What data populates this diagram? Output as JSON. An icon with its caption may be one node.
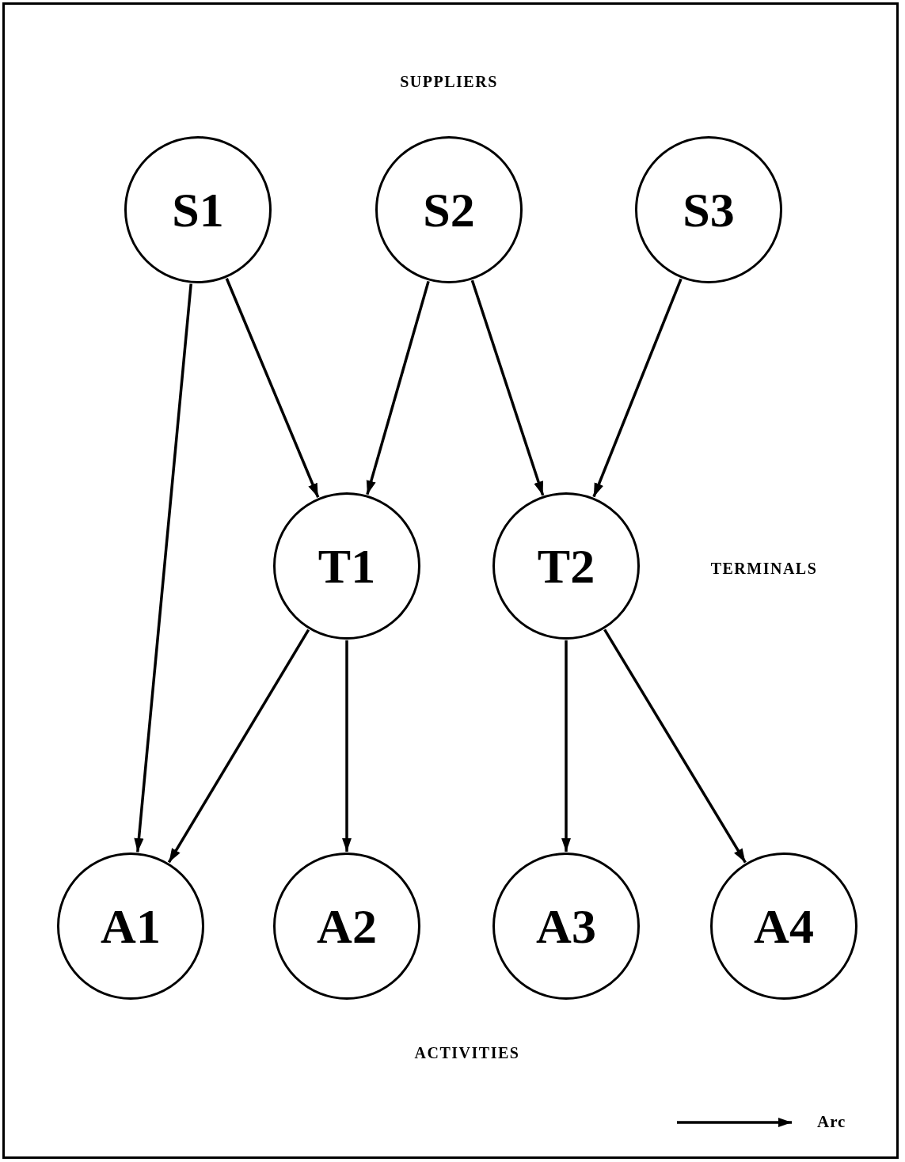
{
  "diagram": {
    "nodes": [
      {
        "text": [
          "S1"
        ]
      },
      {
        "text": [
          "S2"
        ]
      },
      {
        "text": [
          "S3"
        ]
      },
      {
        "text": [
          "T1"
        ]
      },
      {
        "text": [
          "T2"
        ]
      },
      {
        "text": [
          "A1"
        ]
      },
      {
        "text": [
          "A2"
        ]
      },
      {
        "text": [
          "A3"
        ]
      },
      {
        "text": [
          "A4"
        ]
      }
    ],
    "edges": [
      {
        "from": 0,
        "to": 5,
        "arrow": "to"
      },
      {
        "from": 0,
        "to": 3,
        "arrow": "to"
      },
      {
        "from": 1,
        "to": 3,
        "arrow": "to"
      },
      {
        "from": 1,
        "to": 4,
        "arrow": "to"
      },
      {
        "from": 2,
        "to": 4,
        "arrow": "to"
      },
      {
        "from": 3,
        "to": 5,
        "arrow": "to"
      },
      {
        "from": 3,
        "to": 6,
        "arrow": "to"
      },
      {
        "from": 4,
        "to": 7,
        "arrow": "to"
      },
      {
        "from": 4,
        "to": 8,
        "arrow": "to"
      }
    ],
    "labels": [
      "SUPPLIERS",
      "TERMINALS",
      "ACTIVITIES"
    ],
    "legend": [
      {
        "text": "Arc"
      }
    ]
  }
}
